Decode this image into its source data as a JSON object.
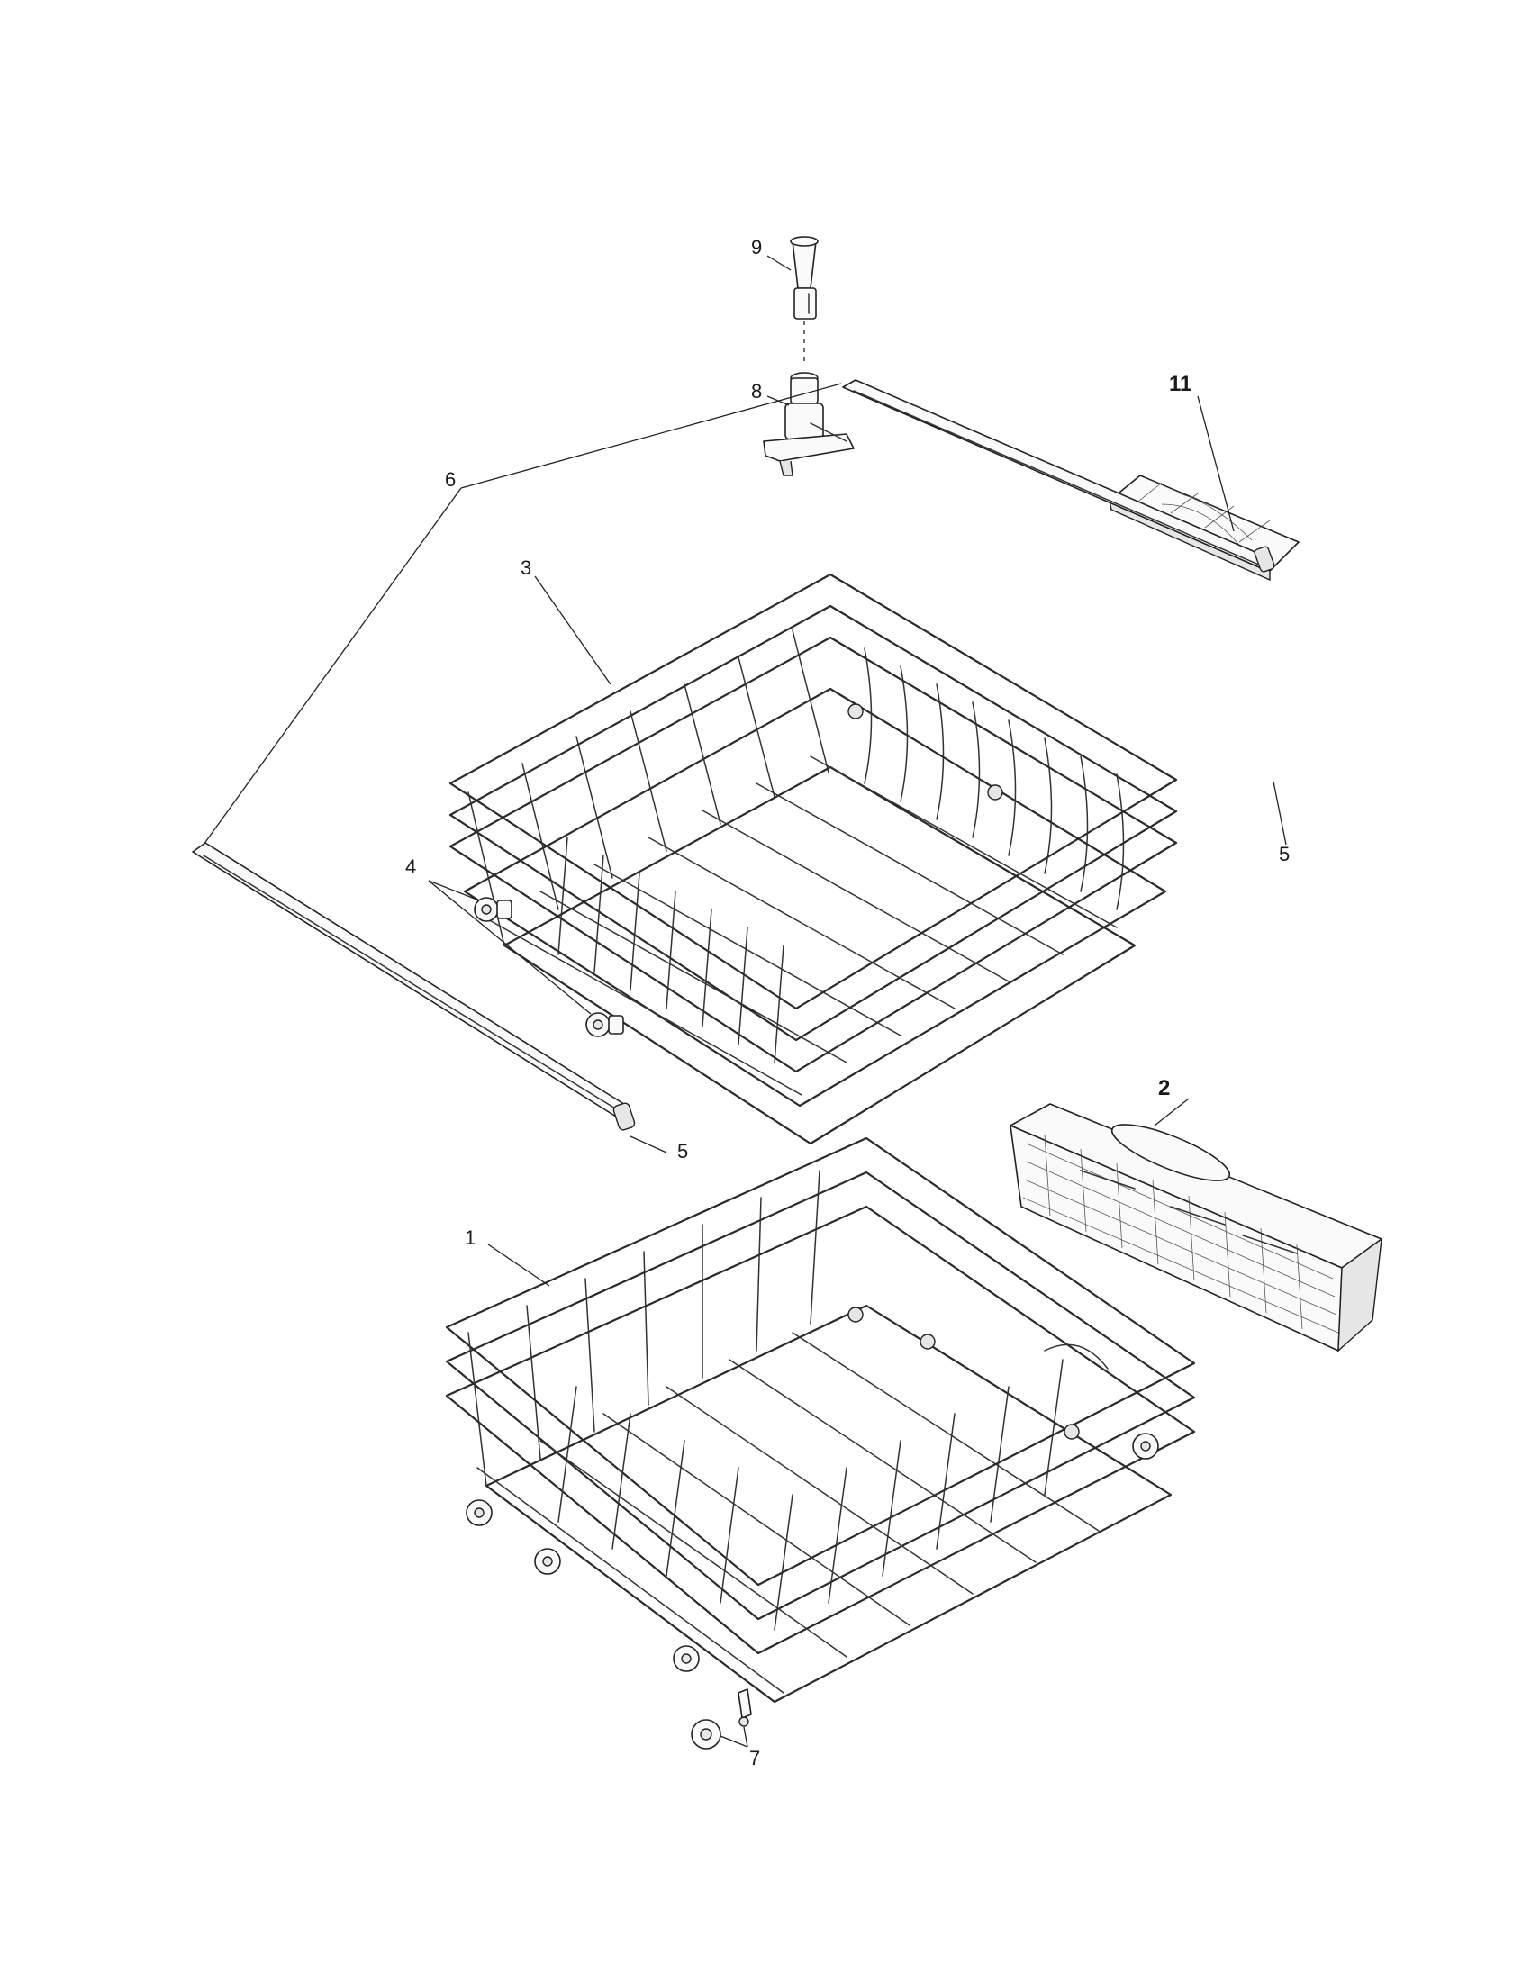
{
  "diagram": {
    "callouts": {
      "c1": "1",
      "c2": "2",
      "c3": "3",
      "c4": "4",
      "c5a": "5",
      "c5b": "5",
      "c6": "6",
      "c7": "7",
      "c8": "8",
      "c9": "9",
      "c11": "11"
    }
  }
}
